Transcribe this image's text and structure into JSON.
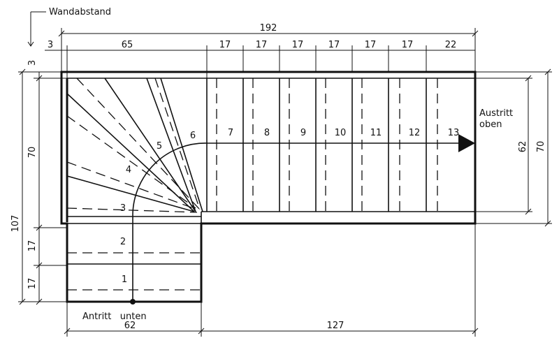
{
  "labels": {
    "wall_distance": "Wandabstand",
    "exit_line1": "Austritt",
    "exit_line2": "oben",
    "start": "Antritt   unten"
  },
  "dimensions": {
    "total_top": "192",
    "wall_gap_top": "3",
    "winder_width": "65",
    "steps_top": [
      "17",
      "17",
      "17",
      "17",
      "17",
      "17",
      "22"
    ],
    "wall_gap_left": "3",
    "left_upper": "70",
    "left_total": "107",
    "left_step_1": "17",
    "left_step_2": "17",
    "right_inner": "62",
    "right_outer": "70",
    "bottom_left": "62",
    "bottom_right": "127"
  },
  "step_numbers": [
    "1",
    "2",
    "3",
    "4",
    "5",
    "6",
    "7",
    "8",
    "9",
    "10",
    "11",
    "12",
    "13"
  ]
}
